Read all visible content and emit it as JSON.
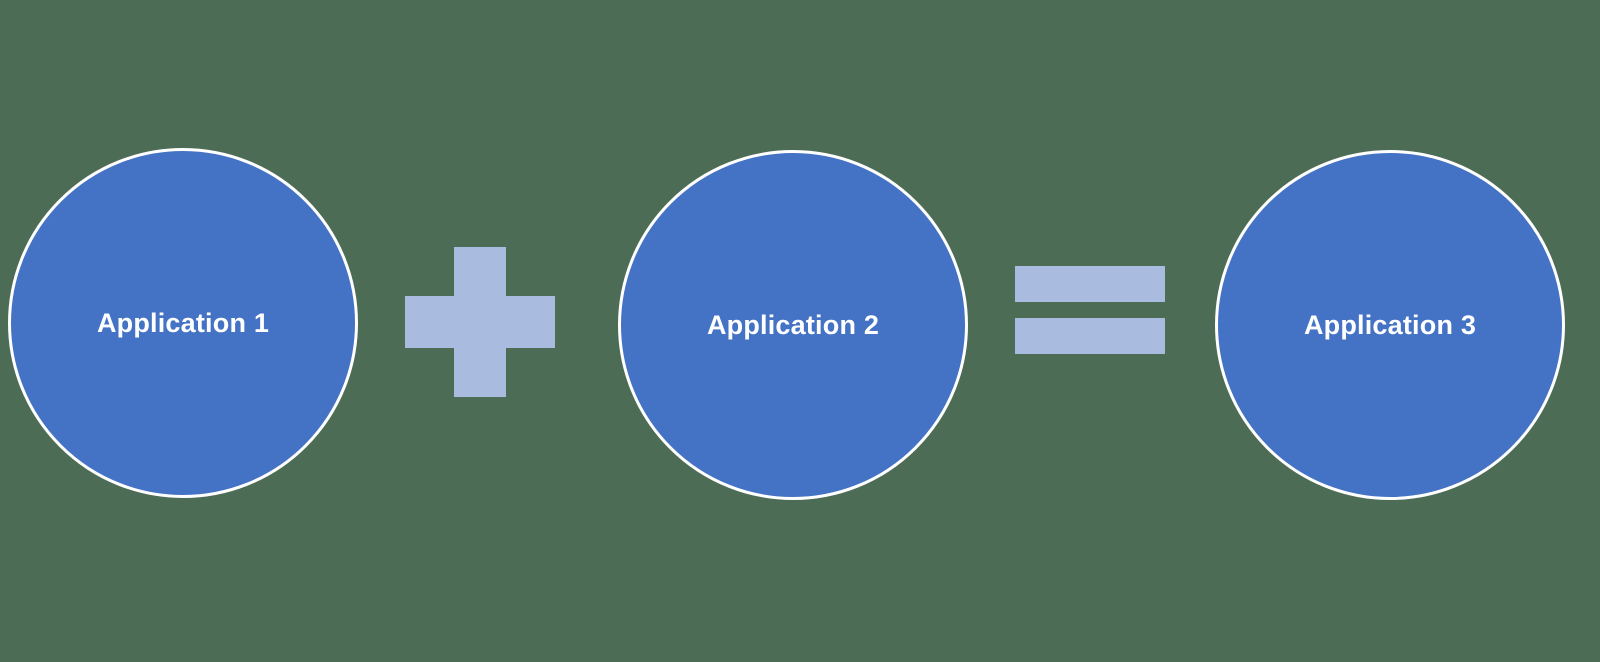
{
  "diagram": {
    "title": "",
    "nodes": [
      {
        "id": "application-1",
        "label": "Application 1",
        "shape": "circle"
      },
      {
        "id": "application-2",
        "label": "Application 2",
        "shape": "circle"
      },
      {
        "id": "application-3",
        "label": "Application 3",
        "shape": "circle"
      }
    ],
    "operators": [
      {
        "type": "plus",
        "position": "between application-1 and application-2"
      },
      {
        "type": "equals",
        "position": "between application-2 and application-3"
      }
    ],
    "equation": "Application 1 + Application 2 = Application 3",
    "colors": {
      "background": "#4d6c55",
      "circle_fill": "#4472c4",
      "circle_border": "#ffffff",
      "label_text": "#ffffff",
      "operator": "#a9bbdf"
    }
  }
}
